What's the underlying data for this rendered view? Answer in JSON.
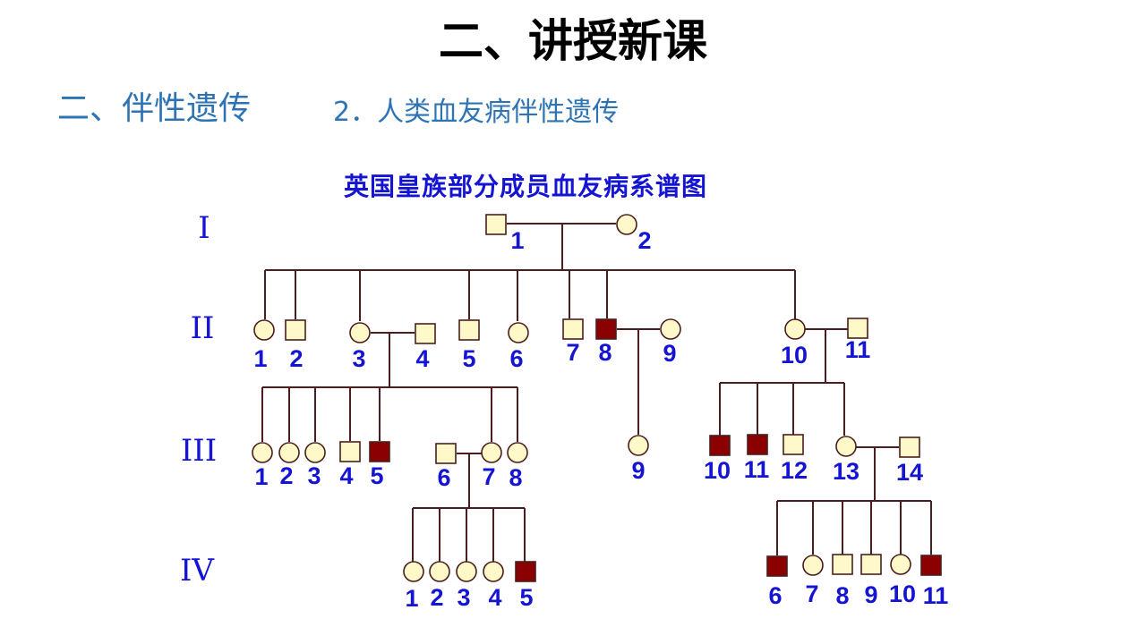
{
  "slide": {
    "title": "二、讲授新课",
    "section_heading": "二、伴性遗传",
    "sub_heading": "2．人类血友病伴性遗传"
  },
  "pedigree": {
    "title": "英国皇族部分成员血友病系谱图",
    "colors": {
      "affected": "#8B0000",
      "unaffected": "#FFF8C8",
      "stroke": "#4A1E1E",
      "label": "#1414D2"
    },
    "generations": [
      {
        "label": "I",
        "members": [
          {
            "id": "1",
            "sex": "male",
            "affected": false
          },
          {
            "id": "2",
            "sex": "female",
            "affected": false
          }
        ]
      },
      {
        "label": "II",
        "members": [
          {
            "id": "1",
            "sex": "female",
            "affected": false
          },
          {
            "id": "2",
            "sex": "male",
            "affected": false
          },
          {
            "id": "3",
            "sex": "female",
            "affected": false
          },
          {
            "id": "4",
            "sex": "male",
            "affected": false
          },
          {
            "id": "5",
            "sex": "male",
            "affected": false
          },
          {
            "id": "6",
            "sex": "female",
            "affected": false
          },
          {
            "id": "7",
            "sex": "male",
            "affected": false
          },
          {
            "id": "8",
            "sex": "male",
            "affected": true
          },
          {
            "id": "9",
            "sex": "female",
            "affected": false
          },
          {
            "id": "10",
            "sex": "female",
            "affected": false
          },
          {
            "id": "11",
            "sex": "male",
            "affected": false
          }
        ]
      },
      {
        "label": "III",
        "members": [
          {
            "id": "1",
            "sex": "female",
            "affected": false
          },
          {
            "id": "2",
            "sex": "female",
            "affected": false
          },
          {
            "id": "3",
            "sex": "female",
            "affected": false
          },
          {
            "id": "4",
            "sex": "male",
            "affected": false
          },
          {
            "id": "5",
            "sex": "male",
            "affected": true
          },
          {
            "id": "6",
            "sex": "male",
            "affected": false
          },
          {
            "id": "7",
            "sex": "female",
            "affected": false
          },
          {
            "id": "8",
            "sex": "female",
            "affected": false
          },
          {
            "id": "9",
            "sex": "female",
            "affected": false
          },
          {
            "id": "10",
            "sex": "male",
            "affected": true
          },
          {
            "id": "11",
            "sex": "male",
            "affected": true
          },
          {
            "id": "12",
            "sex": "male",
            "affected": false
          },
          {
            "id": "13",
            "sex": "female",
            "affected": false
          },
          {
            "id": "14",
            "sex": "male",
            "affected": false
          }
        ]
      },
      {
        "label": "IV",
        "members": [
          {
            "id": "1",
            "sex": "female",
            "affected": false
          },
          {
            "id": "2",
            "sex": "female",
            "affected": false
          },
          {
            "id": "3",
            "sex": "female",
            "affected": false
          },
          {
            "id": "4",
            "sex": "female",
            "affected": false
          },
          {
            "id": "5",
            "sex": "male",
            "affected": true
          },
          {
            "id": "6",
            "sex": "male",
            "affected": true
          },
          {
            "id": "7",
            "sex": "female",
            "affected": false
          },
          {
            "id": "8",
            "sex": "male",
            "affected": false
          },
          {
            "id": "9",
            "sex": "male",
            "affected": false
          },
          {
            "id": "10",
            "sex": "female",
            "affected": false
          },
          {
            "id": "11",
            "sex": "male",
            "affected": true
          }
        ]
      }
    ]
  }
}
